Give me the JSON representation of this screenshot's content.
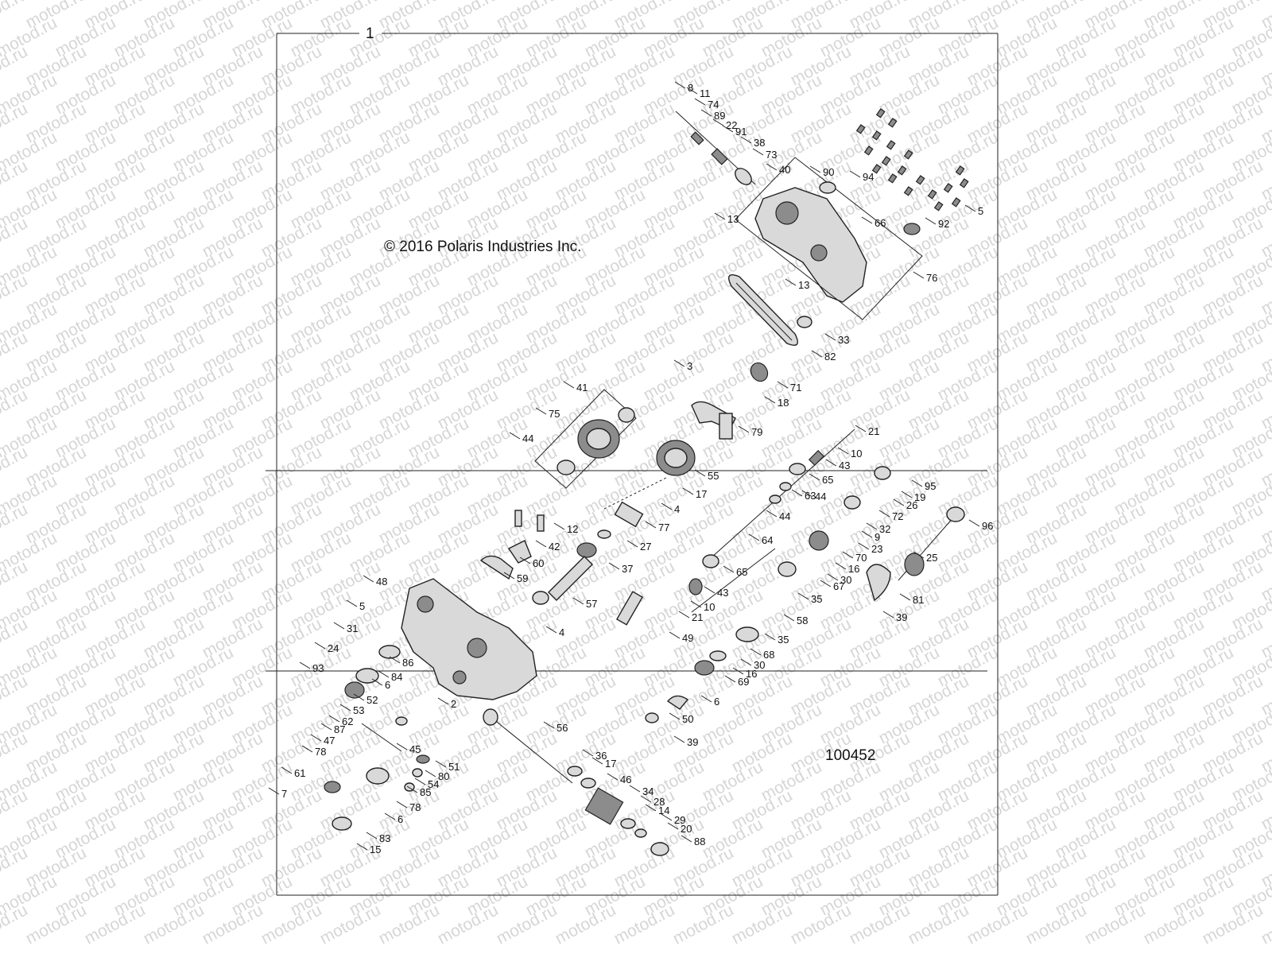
{
  "page_number": "1",
  "copyright": "© 2016 Polaris Industries Inc.",
  "figure_id": "100452",
  "watermark": "motod.ru",
  "callouts": [
    "8",
    "11",
    "74",
    "89",
    "22",
    "91",
    "38",
    "73",
    "40",
    "90",
    "94",
    "5",
    "13",
    "66",
    "92",
    "13",
    "76",
    "33",
    "82",
    "3",
    "71",
    "18",
    "79",
    "41",
    "75",
    "44",
    "55",
    "17",
    "4",
    "21",
    "10",
    "43",
    "65",
    "63",
    "44",
    "44",
    "95",
    "19",
    "26",
    "72",
    "32",
    "9",
    "23",
    "64",
    "70",
    "16",
    "30",
    "67",
    "65",
    "43",
    "10",
    "21",
    "35",
    "58",
    "35",
    "68",
    "30",
    "16",
    "69",
    "96",
    "25",
    "81",
    "39",
    "12",
    "42",
    "60",
    "59",
    "77",
    "27",
    "37",
    "57",
    "49",
    "4",
    "48",
    "5",
    "31",
    "24",
    "93",
    "86",
    "84",
    "6",
    "2",
    "6",
    "50",
    "39",
    "52",
    "53",
    "62",
    "87",
    "45",
    "47",
    "78",
    "51",
    "80",
    "54",
    "85",
    "78",
    "6",
    "61",
    "7",
    "83",
    "15",
    "56",
    "36",
    "17",
    "46",
    "34",
    "28",
    "14",
    "29",
    "20",
    "88"
  ]
}
